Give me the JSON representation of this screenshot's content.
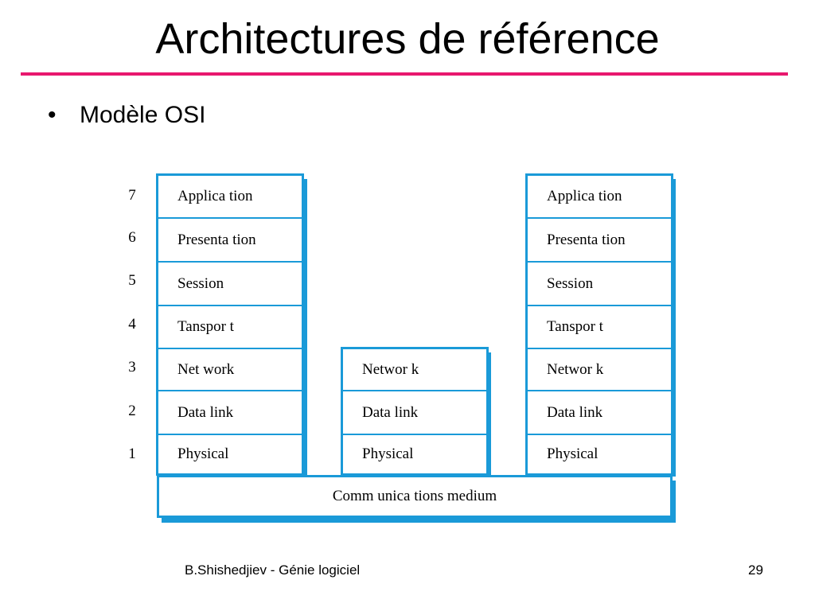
{
  "slide": {
    "title": "Architectures de référence",
    "bullet_symbol": "•",
    "bullet_text": "Modèle OSI",
    "footer": "B.Shishedjiev - Génie logiciel",
    "page_number": "29",
    "accent_color": "#e8186e",
    "box_color": "#1a9ad8"
  },
  "diagram": {
    "layer_numbers": [
      "7",
      "6",
      "5",
      "4",
      "3",
      "2",
      "1"
    ],
    "left_stack": [
      "Applica tion",
      "Presenta tion",
      "Session",
      "Tanspor t",
      "Net work",
      "Data link",
      "Physical"
    ],
    "middle_stack": [
      "Networ k",
      "Data link",
      "Physical"
    ],
    "right_stack": [
      "Applica tion",
      "Presenta tion",
      "Session",
      "Tanspor t",
      "Networ k",
      "Data link",
      "Physical"
    ],
    "medium": "Comm unica tions medium"
  }
}
